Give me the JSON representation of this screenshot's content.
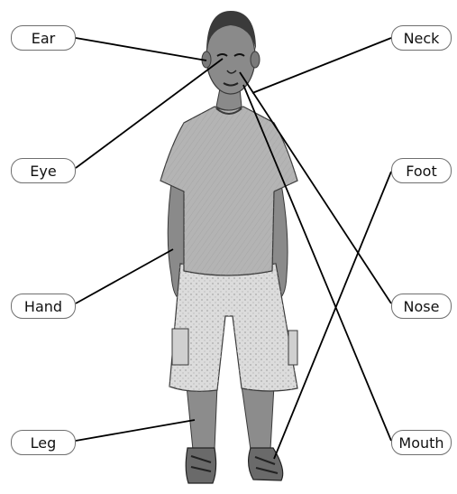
{
  "labels": {
    "ear": "Ear",
    "eye": "Eye",
    "hand": "Hand",
    "leg": "Leg",
    "neck": "Neck",
    "foot": "Foot",
    "nose": "Nose",
    "mouth": "Mouth"
  },
  "colors": {
    "line": "#000000",
    "box_border": "#6f6f6f",
    "skin": "#8a8a8a",
    "shirt": "#b4b4b4",
    "shorts": "#dcdcdc"
  }
}
